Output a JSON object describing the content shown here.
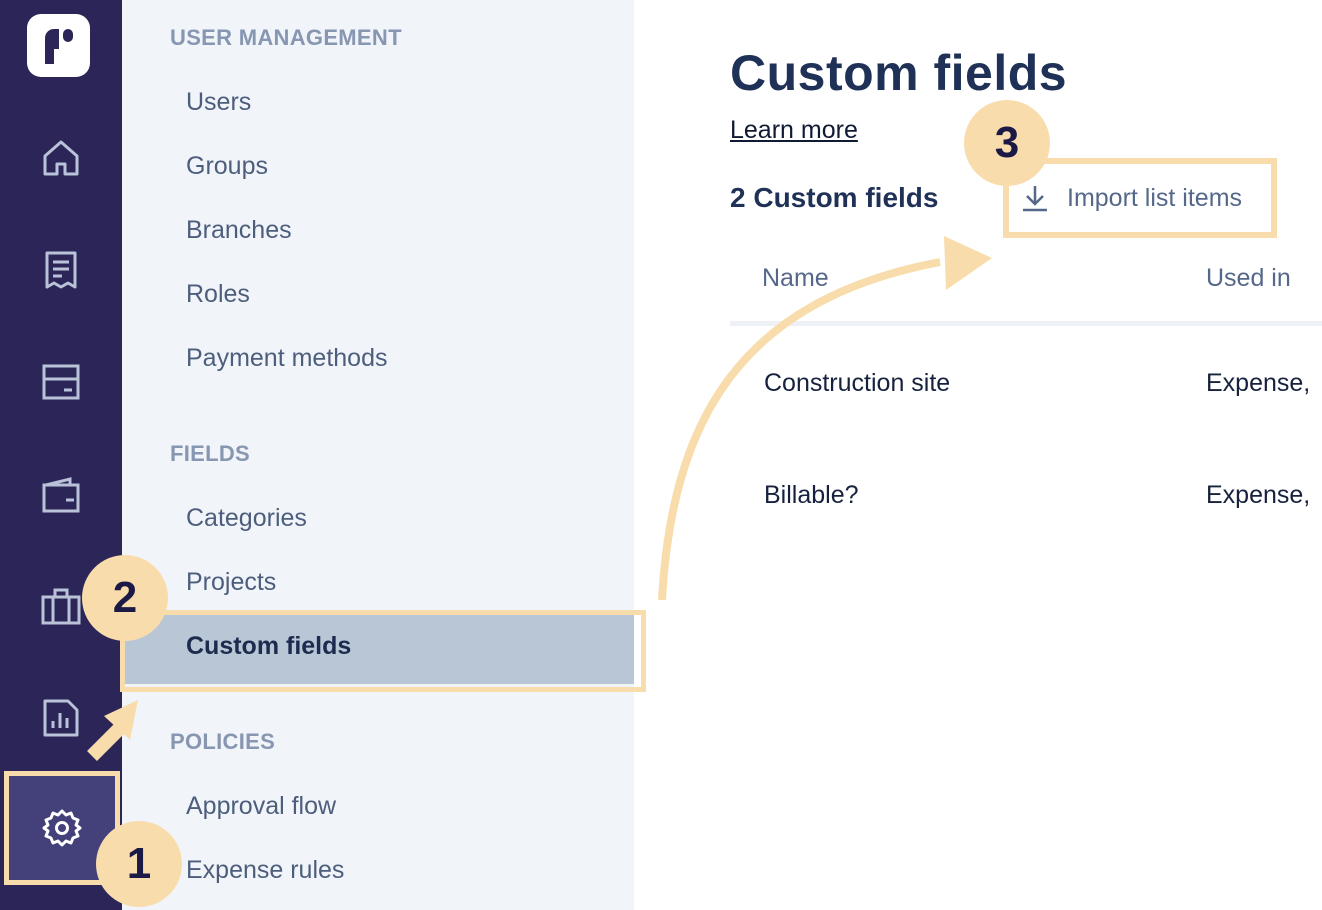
{
  "sidebar": {
    "sections": [
      {
        "heading": "USER MANAGEMENT",
        "items": [
          "Users",
          "Groups",
          "Branches",
          "Roles",
          "Payment methods"
        ]
      },
      {
        "heading": "FIELDS",
        "items": [
          "Categories",
          "Projects",
          "Custom fields"
        ]
      },
      {
        "heading": "POLICIES",
        "items": [
          "Approval flow",
          "Expense rules"
        ]
      }
    ],
    "selected_item": "Custom fields"
  },
  "rail": {
    "icons": [
      "home-icon",
      "receipt-icon",
      "card-icon",
      "wallet-icon",
      "briefcase-icon",
      "report-icon",
      "gear-icon"
    ],
    "active": "gear-icon"
  },
  "main": {
    "title": "Custom fields",
    "learn_more": "Learn more",
    "count_label": "2 Custom fields",
    "import_label": "Import list items",
    "columns": [
      "Name",
      "Used in"
    ],
    "rows": [
      {
        "name": "Construction site",
        "used_in": "Expense,"
      },
      {
        "name": "Billable?",
        "used_in": "Expense,"
      }
    ]
  },
  "steps": [
    "1",
    "2",
    "3"
  ],
  "colors": {
    "rail": "#2b2657",
    "sidebar": "#f1f4f9",
    "selected": "#b9c6d6",
    "highlight": "#f9dcab",
    "title": "#1f3157"
  }
}
